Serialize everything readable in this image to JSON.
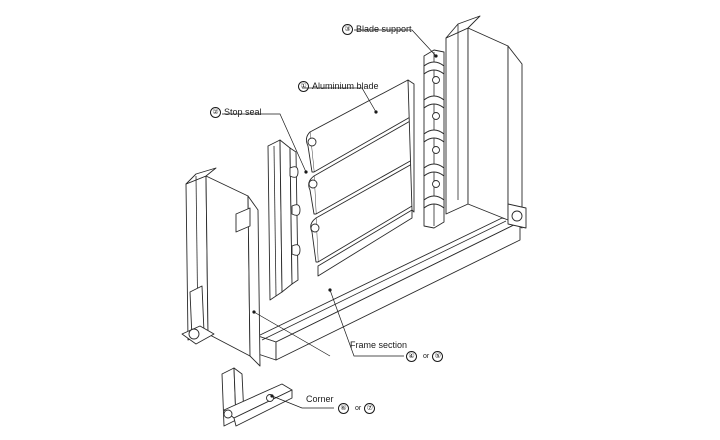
{
  "labels": {
    "blade_support": {
      "number": "③",
      "text": "Blade support"
    },
    "aluminium_blade": {
      "number": "①",
      "text": "Aluminium blade"
    },
    "stop_seal": {
      "number": "②",
      "text": "Stop seal"
    },
    "frame_section": {
      "text": "Frame section",
      "number_a": "④",
      "or": "or",
      "number_b": "⑤"
    },
    "corner": {
      "text": "Corner",
      "number_a": "⑥",
      "or": "or",
      "number_b": "⑦"
    }
  },
  "colors": {
    "line": "#2a2a2a",
    "background": "#ffffff"
  }
}
